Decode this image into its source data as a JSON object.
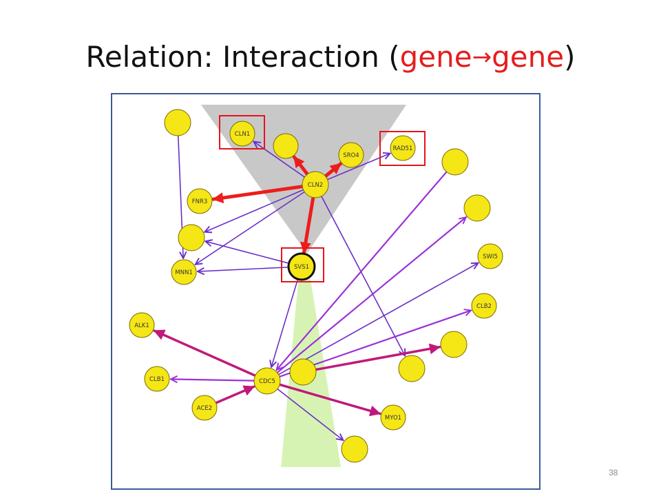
{
  "title": {
    "prefix": "Relation: Interaction (",
    "left_entity": "gene",
    "arrow": "→",
    "right_entity": "gene",
    "suffix": ")"
  },
  "slide_number": "38",
  "colors": {
    "node_fill": "#f5e616",
    "node_stroke": "#7a6a00",
    "edge_purple": "#6a2fc6",
    "edge_violet": "#9b30d8",
    "edge_red": "#ee1c1c",
    "edge_magenta": "#c0197a",
    "highlight_box": "#e3141c",
    "frame": "#3a5b9a",
    "cone_gray": "#c8c8c8",
    "cone_green": "#d7f3b4"
  },
  "nodes": [
    {
      "id": "n_top_left",
      "label": ""
    },
    {
      "id": "CLN1",
      "label": "CLN1"
    },
    {
      "id": "n_top_mid",
      "label": ""
    },
    {
      "id": "SRO4",
      "label": "SRO4"
    },
    {
      "id": "RAD51",
      "label": "RAD51"
    },
    {
      "id": "CLN2",
      "label": "CLN2"
    },
    {
      "id": "FNR3",
      "label": "FNR3"
    },
    {
      "id": "n_left_mid",
      "label": ""
    },
    {
      "id": "MNN1",
      "label": "MNN1"
    },
    {
      "id": "SVS1",
      "label": "SVS1"
    },
    {
      "id": "n_right_1",
      "label": ""
    },
    {
      "id": "n_right_2",
      "label": ""
    },
    {
      "id": "SWI5",
      "label": "SWI5"
    },
    {
      "id": "CLB2",
      "label": "CLB2"
    },
    {
      "id": "n_right_3",
      "label": ""
    },
    {
      "id": "ALK1",
      "label": "ALK1"
    },
    {
      "id": "CLB1",
      "label": "CLB1"
    },
    {
      "id": "ACE2",
      "label": "ACE2"
    },
    {
      "id": "CDC5",
      "label": "CDC5"
    },
    {
      "id": "n_center_low",
      "label": ""
    },
    {
      "id": "n_low_right",
      "label": ""
    },
    {
      "id": "MYO1",
      "label": "MYO1"
    },
    {
      "id": "n_bottom",
      "label": ""
    }
  ],
  "edges": [
    {
      "from": "n_top_left",
      "to": "MNN1",
      "color": "purple"
    },
    {
      "from": "CLN2",
      "to": "CLN1",
      "color": "purple"
    },
    {
      "from": "CLN2",
      "to": "n_top_mid",
      "color": "red"
    },
    {
      "from": "CLN2",
      "to": "SRO4",
      "color": "red"
    },
    {
      "from": "CLN2",
      "to": "RAD51",
      "color": "purple"
    },
    {
      "from": "CLN2",
      "to": "FNR3",
      "color": "red"
    },
    {
      "from": "CLN2",
      "to": "n_left_mid",
      "color": "purple"
    },
    {
      "from": "CLN2",
      "to": "MNN1",
      "color": "purple"
    },
    {
      "from": "CLN2",
      "to": "SVS1",
      "color": "red"
    },
    {
      "from": "CLN2",
      "to": "n_low_right",
      "color": "purple"
    },
    {
      "from": "SVS1",
      "to": "n_left_mid",
      "color": "purple"
    },
    {
      "from": "SVS1",
      "to": "MNN1",
      "color": "purple"
    },
    {
      "from": "SVS1",
      "to": "CDC5",
      "color": "purple"
    },
    {
      "from": "n_right_1",
      "to": "CDC5",
      "color": "violet"
    },
    {
      "from": "CDC5",
      "to": "n_right_2",
      "color": "violet"
    },
    {
      "from": "CDC5",
      "to": "SWI5",
      "color": "purple"
    },
    {
      "from": "CDC5",
      "to": "CLB2",
      "color": "violet"
    },
    {
      "from": "n_center_low",
      "to": "n_right_3",
      "color": "magenta"
    },
    {
      "from": "CDC5",
      "to": "ALK1",
      "color": "magenta"
    },
    {
      "from": "CDC5",
      "to": "CLB1",
      "color": "violet"
    },
    {
      "from": "ACE2",
      "to": "CDC5",
      "color": "magenta"
    },
    {
      "from": "CDC5",
      "to": "MYO1",
      "color": "magenta"
    },
    {
      "from": "CDC5",
      "to": "n_bottom",
      "color": "purple"
    }
  ],
  "highlighted": [
    "CLN1",
    "RAD51",
    "SVS1"
  ]
}
